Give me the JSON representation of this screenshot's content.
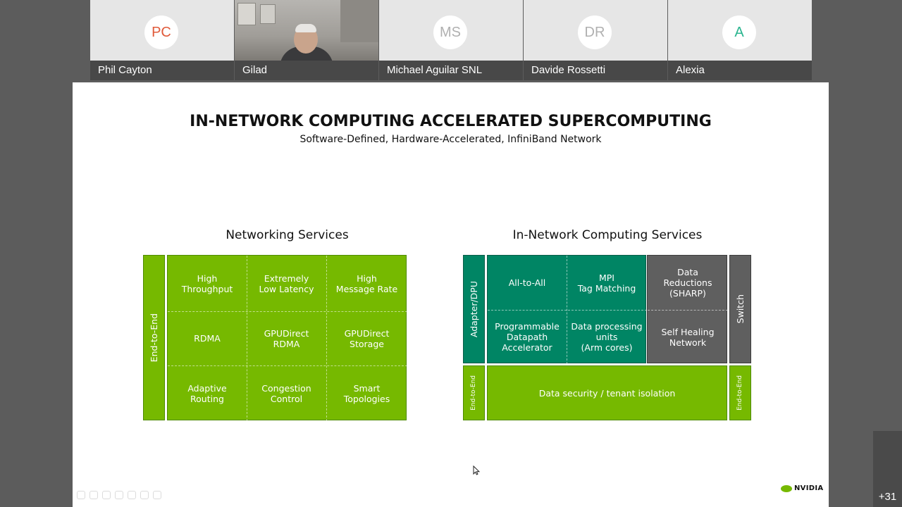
{
  "participants": [
    {
      "initials": "PC",
      "name": "Phil Cayton",
      "initials_color": "#e05a3a"
    },
    {
      "name": "Gilad",
      "has_video": true
    },
    {
      "initials": "MS",
      "name": "Michael Aguilar SNL",
      "initials_color": "#b0b0b0"
    },
    {
      "initials": "DR",
      "name": "Davide Rossetti",
      "initials_color": "#b0b0b0"
    },
    {
      "initials": "A",
      "name": "Alexia",
      "initials_color": "#2ab58f"
    }
  ],
  "overflow_count": "+31",
  "slide": {
    "title": "IN-NETWORK COMPUTING ACCELERATED SUPERCOMPUTING",
    "subtitle": "Software-Defined, Hardware-Accelerated, InfiniBand Network",
    "networking": {
      "heading": "Networking Services",
      "side_label": "End-to-End",
      "cells": [
        "High\nThroughput",
        "Extremely\nLow Latency",
        "High\nMessage Rate",
        "RDMA",
        "GPUDirect\nRDMA",
        "GPUDirect\nStorage",
        "Adaptive\nRouting",
        "Congestion\nControl",
        "Smart\nTopologies"
      ]
    },
    "computing": {
      "heading": "In-Network Computing Services",
      "left_label": "Adapter/DPU",
      "right_label": "Switch",
      "end_left": "End-to-End",
      "end_right": "End-to-End",
      "teal_cells": [
        "All-to-All",
        "MPI\nTag Matching",
        "Programmable\nDatapath\nAccelerator",
        "Data processing\nunits\n(Arm cores)"
      ],
      "gray_cells": [
        "Data\nReductions\n(SHARP)",
        "Self Healing\nNetwork"
      ],
      "bottom_bar": "Data security / tenant isolation"
    },
    "logo_text": "NVIDIA"
  },
  "colors": {
    "nvidia_green": "#76b900",
    "teal": "#008564",
    "gray": "#5f5f5f"
  }
}
